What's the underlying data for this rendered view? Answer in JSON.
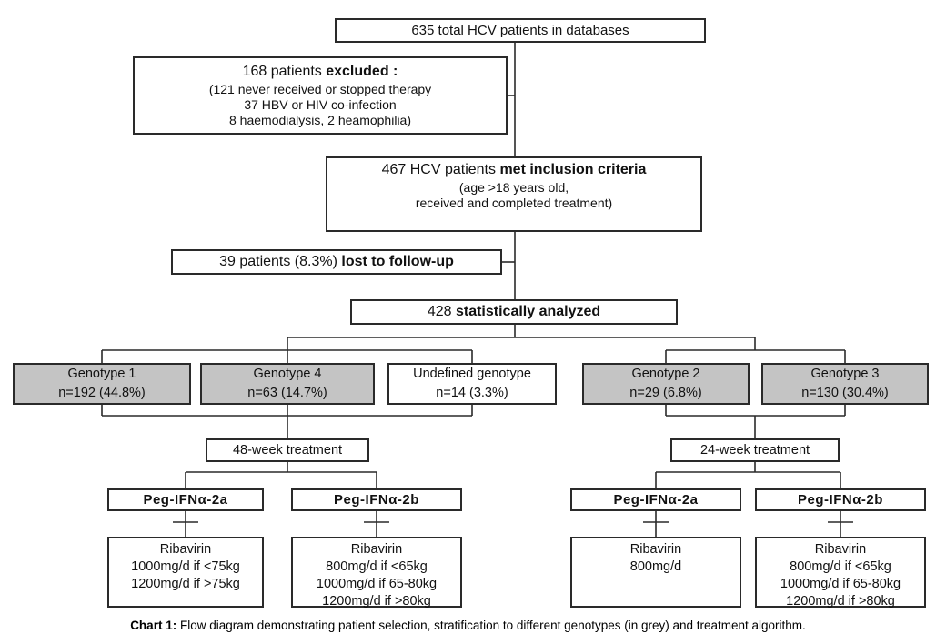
{
  "nodes": {
    "total": {
      "text": "635 total HCV patients in databases"
    },
    "excluded": {
      "intro": "168 patients ",
      "intro_bold": "excluded :",
      "details": [
        "(121 never received or stopped therapy",
        "37 HBV or HIV co-infection",
        "8 haemodialysis, 2 heamophilia)"
      ]
    },
    "inclusion": {
      "intro": "467 HCV patients ",
      "intro_bold": "met inclusion criteria",
      "details": [
        "(age >18 years old,",
        "received and completed treatment)"
      ]
    },
    "lost": {
      "intro": "39 patients (8.3%) ",
      "intro_bold": "lost to follow-up"
    },
    "analyzed": {
      "intro": "428 ",
      "intro_bold": "statistically analyzed"
    },
    "genotypes": [
      {
        "name": "Genotype 1",
        "n": "n=192 (44.8%)",
        "grey": true
      },
      {
        "name": "Genotype 4",
        "n": "n=63 (14.7%)",
        "grey": true
      },
      {
        "name": "Undefined genotype",
        "n": "n=14 (3.3%)",
        "grey": false
      },
      {
        "name": "Genotype 2",
        "n": "n=29 (6.8%)",
        "grey": true
      },
      {
        "name": "Genotype 3",
        "n": "n=130 (30.4%)",
        "grey": true
      }
    ],
    "treatment_48": {
      "text": "48-week treatment"
    },
    "treatment_24": {
      "text": "24-week treatment"
    },
    "peg_ifn_2a": {
      "text": "Peg-IFNα-2a"
    },
    "peg_ifn_2b": {
      "text": "Peg-IFNα-2b"
    },
    "ribavirin_48_2a": {
      "lines": [
        "Ribavirin",
        "1000mg/d if <75kg",
        "1200mg/d if >75kg"
      ]
    },
    "ribavirin_48_2b": {
      "lines": [
        "Ribavirin",
        "800mg/d if <65kg",
        "1000mg/d if 65-80kg",
        "1200mg/d if >80kg"
      ]
    },
    "ribavirin_24_2a": {
      "lines": [
        "Ribavirin",
        "800mg/d"
      ]
    },
    "ribavirin_24_2b": {
      "lines": [
        "Ribavirin",
        "800mg/d if <65kg",
        "1000mg/d if 65-80kg",
        "1200mg/d if >80kg"
      ]
    }
  },
  "caption": {
    "label": "Chart 1:",
    "text": " Flow diagram demonstrating patient selection, stratification to different genotypes (in grey) and treatment algorithm."
  },
  "colors": {
    "grey_fill": "#c4c4c4",
    "white_fill": "#ffffff",
    "border": "#2a2a2a",
    "line": "#2a2a2a",
    "text": "#111111"
  }
}
